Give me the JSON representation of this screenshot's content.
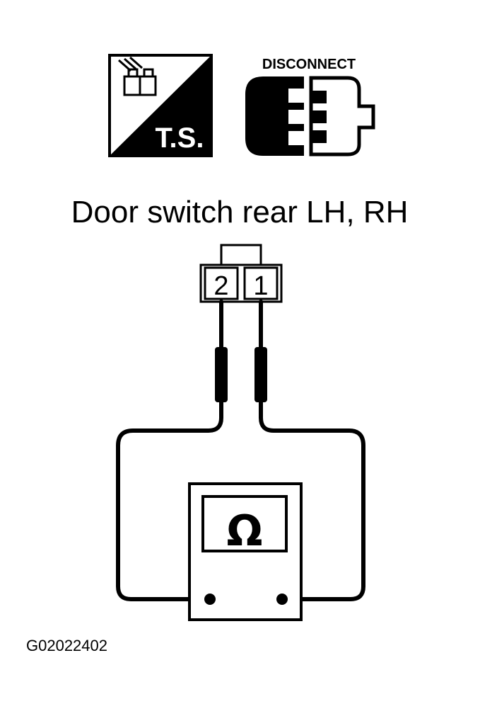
{
  "icons": {
    "ts_label": "T.S.",
    "disconnect_label": "DISCONNECT"
  },
  "title": "Door switch rear LH, RH",
  "connector": {
    "pins": [
      "2",
      "1"
    ]
  },
  "meter": {
    "symbol": "Ω"
  },
  "figure_code": "G02022402"
}
